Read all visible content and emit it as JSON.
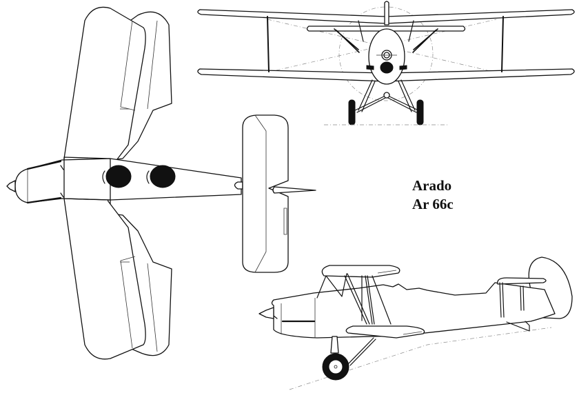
{
  "diagram": {
    "type": "aircraft three-view line drawing",
    "label": {
      "manufacturer": "Arado",
      "model": "Ar 66c"
    },
    "views": [
      {
        "name": "top-view",
        "description": "plan view, biplane wings, nose left"
      },
      {
        "name": "front-view",
        "description": "head-on view with propeller disk"
      },
      {
        "name": "side-view",
        "description": "profile view, nose left, tailwheel/skid"
      }
    ],
    "colors": {
      "background": "#ffffff",
      "line": "#111111",
      "construction_line": "#888888"
    }
  }
}
